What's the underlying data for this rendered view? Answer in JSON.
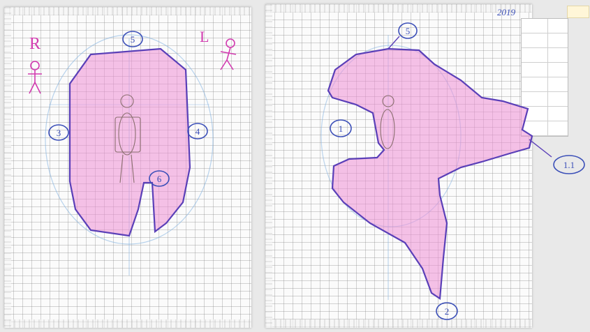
{
  "left_sheet": {
    "side_letter_left": "R",
    "side_letter_right": "L",
    "markers": [
      "5",
      "3",
      "4",
      "6"
    ]
  },
  "right_sheet": {
    "year_note": "2019",
    "markers": [
      "5",
      "1",
      "1.1",
      "2"
    ]
  },
  "colors": {
    "outline": "#5a3fb8",
    "fill": "#ef8fd6",
    "marker_circle": "#3b4fb8",
    "figure_pen": "#8a6e6e",
    "guide_line": "#7fb0e0",
    "stick_figure": "#d23bb0"
  }
}
